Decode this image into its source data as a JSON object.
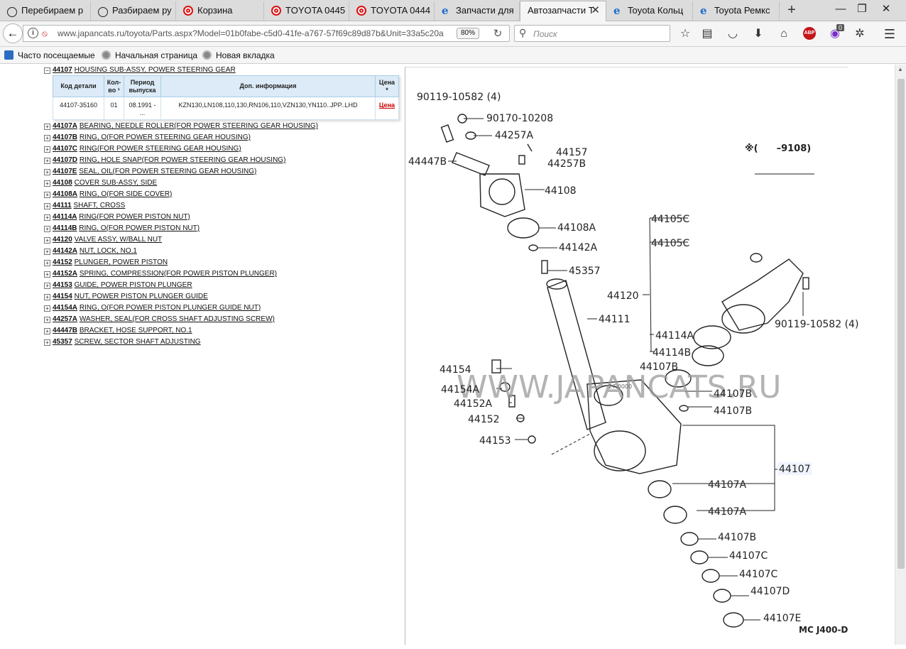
{
  "tabs": [
    {
      "label": "Перебираем р",
      "icon": "toyota-logo-icon",
      "active": false
    },
    {
      "label": "Разбираем ру",
      "icon": "toyota-logo-icon",
      "active": false
    },
    {
      "label": "Корзина",
      "icon": "target-icon",
      "active": false
    },
    {
      "label": "TOYOTA 0445",
      "icon": "target-icon",
      "active": false
    },
    {
      "label": "TOYOTA 0444",
      "icon": "target-icon",
      "active": false
    },
    {
      "label": "Запчасти для",
      "icon": "ie-icon",
      "active": false
    },
    {
      "label": "Автозапчасти Т",
      "icon": "",
      "active": true
    },
    {
      "label": "Toyota Кольц",
      "icon": "ie-icon",
      "active": false
    },
    {
      "label": "Toyota Ремкс",
      "icon": "ie-icon",
      "active": false
    }
  ],
  "navbar": {
    "url": "www.japancats.ru/toyota/Parts.aspx?Model=01b0fabe-c5d0-41fe-a767-57f69c89d87b&Unit=33a5c20a",
    "zoom": "80%",
    "search_placeholder": "Поиск",
    "badge": "0",
    "abp": "ABP"
  },
  "bookmarks": [
    "Часто посещаемые",
    "Начальная страница",
    "Новая вкладка"
  ],
  "parts_list": {
    "expanded": {
      "code": "44107",
      "name": "HOUSING SUB-ASSY, POWER STEERING GEAR"
    },
    "table": {
      "headers": [
        "Код детали",
        "Кол-во ¹",
        "Период выпуска",
        "Доп. информация",
        "Цена *"
      ],
      "rows": [
        [
          "44107-35160",
          "01",
          "08.1991 - ...",
          "KZN130,LN108,110,130,RN106,110,VZN130,YN110..JPP..LHD",
          "Цена"
        ]
      ]
    },
    "groups": [
      {
        "code": "44107A",
        "name": "BEARING, NEEDLE ROLLER(FOR POWER STEERING GEAR HOUSING)"
      },
      {
        "code": "44107B",
        "name": "RING, O(FOR POWER STEERING GEAR HOUSING)"
      },
      {
        "code": "44107C",
        "name": "RING(FOR POWER STEERING GEAR HOUSING)"
      },
      {
        "code": "44107D",
        "name": "RING, HOLE SNAP(FOR POWER STEERING GEAR HOUSING)"
      },
      {
        "code": "44107E",
        "name": "SEAL, OIL(FOR POWER STEERING GEAR HOUSING)"
      },
      {
        "code": "44108",
        "name": "COVER SUB-ASSY, SIDE"
      },
      {
        "code": "44108A",
        "name": "RING, O(FOR SIDE COVER)"
      },
      {
        "code": "44111",
        "name": "SHAFT, CROSS"
      },
      {
        "code": "44114A",
        "name": "RING(FOR POWER PISTON NUT)"
      },
      {
        "code": "44114B",
        "name": "RING, O(FOR POWER PISTON NUT)"
      },
      {
        "code": "44120",
        "name": "VALVE ASSY, W/BALL NUT"
      },
      {
        "code": "44142A",
        "name": "NUT, LOCK, NO.1"
      },
      {
        "code": "44152",
        "name": "PLUNGER, POWER PISTON"
      },
      {
        "code": "44152A",
        "name": "SPRING, COMPRESSION(FOR POWER PISTON PLUNGER)"
      },
      {
        "code": "44153",
        "name": "GUIDE, POWER PISTON PLUNGER"
      },
      {
        "code": "44154",
        "name": "NUT, POWER PISTON PLUNGER GUIDE"
      },
      {
        "code": "44154A",
        "name": "RING, O(FOR POWER PISTON PLUNGER GUIDE NUT)"
      },
      {
        "code": "44257A",
        "name": "WASHER, SEAL(FOR CROSS SHAFT ADJUSTING SCREW)"
      },
      {
        "code": "44447B",
        "name": "BRACKET, HOSE SUPPORT, NO.1"
      },
      {
        "code": "45357",
        "name": "SCREW, SECTOR SHAFT ADJUSTING"
      }
    ]
  },
  "diagram": {
    "watermark": "WWW.JAPANCATS.RU",
    "note": "※(　　–9108)",
    "footer": "MC J400-D",
    "small_stamp": "27.0000",
    "labels": [
      "90119-10582 (4)",
      "90170-10208",
      "44257A",
      "44447B",
      "44157",
      "44257B",
      "44108",
      "44108A",
      "44142A",
      "45357",
      "44111",
      "44105C",
      "44105C",
      "44120",
      "44114A",
      "44114B",
      "90119-10582 (4)",
      "44154",
      "44154A",
      "44152A",
      "44152",
      "44153",
      "44107B",
      "44107B",
      "44107B",
      "44107",
      "44107A",
      "44107A",
      "44107B",
      "44107C",
      "44107C",
      "44107D",
      "44107E"
    ]
  }
}
